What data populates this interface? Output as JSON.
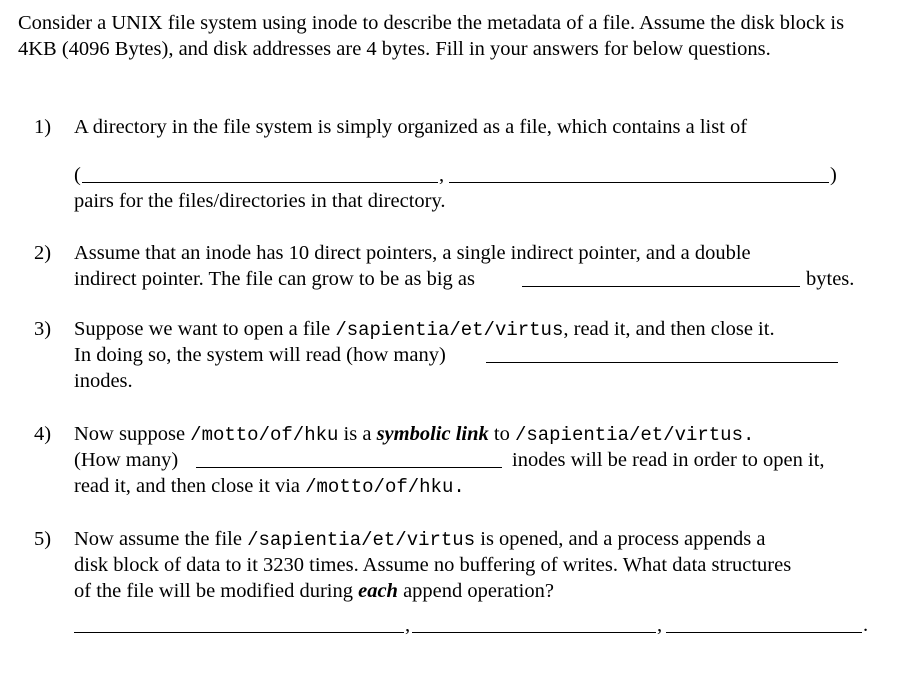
{
  "intro": "Consider a UNIX file system using inode to describe the metadata of a file. Assume the disk block is 4KB (4096 Bytes), and disk addresses are 4 bytes. Fill in your answers for below questions.",
  "q1": {
    "num": "1)",
    "text": "A directory in the file system is simply organized as a file, which contains a list of",
    "open_paren": "(",
    "comma": ",",
    "close_paren": ")",
    "after": "pairs for the files/directories in that directory."
  },
  "q2": {
    "num": "2)",
    "line1": "Assume that an inode has 10 direct pointers, a single indirect pointer, and a double",
    "line2a": "indirect pointer. The file can grow to be as big as",
    "line2b": "bytes."
  },
  "q3": {
    "num": "3)",
    "a": "Suppose we want to open a file",
    "path": "/sapientia/et/virtus",
    "b": ", read it, and then close it.",
    "line2": "In doing so, the system will read (how many)",
    "line3": "inodes."
  },
  "q4": {
    "num": "4)",
    "a": "Now suppose",
    "path1": "/motto/of/hku",
    "b": "is a",
    "bold": "symbolic link",
    "c": "to",
    "path2": "/sapientia/et/virtus.",
    "line2a": "(How many)",
    "line2b": "inodes will be read in order to open it,",
    "line3a": "read it, and then close it via",
    "path3": "/motto/of/hku."
  },
  "q5": {
    "num": "5)",
    "a": "Now assume the file",
    "path": "/sapientia/et/virtus",
    "b": "is opened, and a process appends a",
    "line2": "disk block of data to it 3230 times. Assume no buffering of writes. What data structures",
    "line3a": "of the file will be modified during",
    "bold": "each",
    "line3b": "append operation?",
    "comma": ",",
    "period": "."
  }
}
